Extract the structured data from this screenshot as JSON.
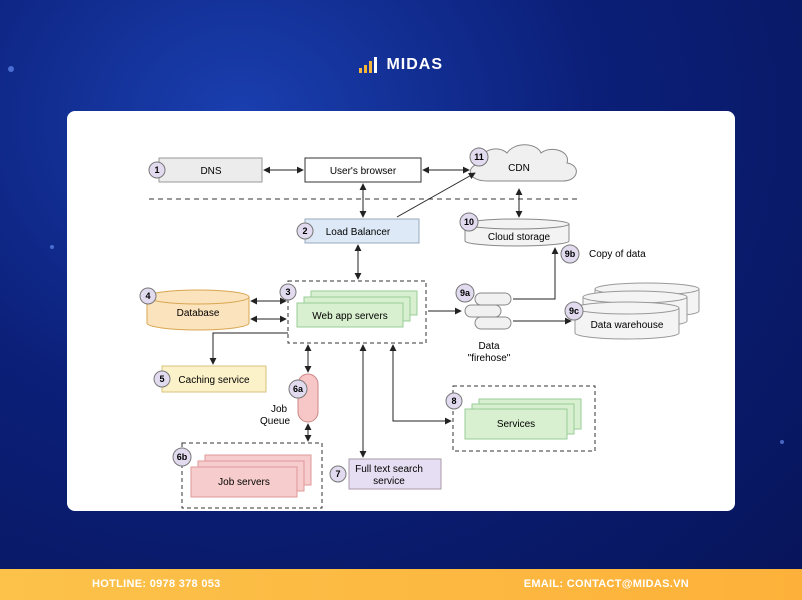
{
  "brand": {
    "name": "MIDAS"
  },
  "diagram": {
    "nodes": {
      "dns": "DNS",
      "browser": "User's browser",
      "cdn": "CDN",
      "lb": "Load Balancer",
      "cloud": "Cloud storage",
      "copy": "Copy of data",
      "db": "Database",
      "web": "Web app servers",
      "firehose1": "Data",
      "firehose2": "\"firehose\"",
      "warehouse": "Data warehouse",
      "caching": "Caching service",
      "jobq1": "Job",
      "jobq2": "Queue",
      "services": "Services",
      "jobs": "Job servers",
      "fts1": "Full text search",
      "fts2": "service"
    },
    "badges": {
      "n1": "1",
      "n2": "2",
      "n3": "3",
      "n4": "4",
      "n5": "5",
      "n6a": "6a",
      "n6b": "6b",
      "n7": "7",
      "n8": "8",
      "n9a": "9a",
      "n9b": "9b",
      "n9c": "9c",
      "n10": "10",
      "n11": "11"
    }
  },
  "footer": {
    "hotline": "HOTLINE: 0978 378 053",
    "email": "EMAIL: CONTACT@MIDAS.VN"
  }
}
